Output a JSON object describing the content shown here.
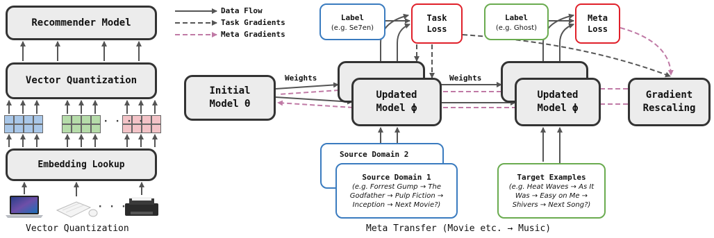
{
  "left_panel": {
    "recommender": "Recommender Model",
    "vq": "Vector Quantization",
    "embedding": "Embedding Lookup",
    "dots1": "· · · ·",
    "dots2": "· · ·",
    "caption": "Vector Quantization"
  },
  "legend": {
    "data_flow": "Data Flow",
    "task_gradients": "Task Gradients",
    "meta_gradients": "Meta Gradients"
  },
  "right_panel": {
    "initial_model_l1": "Initial",
    "initial_model_l2": "Model θ",
    "weights_1": "Weights",
    "weights_2": "Weights",
    "updated_model_l1": "Updated",
    "updated_model_l2": "Model ϕ",
    "label_title": "Label",
    "label_example_1": "(e.g. Se7en)",
    "label_example_2": "(e.g. Ghost)",
    "task_loss_l1": "Task",
    "task_loss_l2": "Loss",
    "meta_loss_l1": "Meta",
    "meta_loss_l2": "Loss",
    "gradient_l1": "Gradient",
    "gradient_l2": "Rescaling",
    "source2": "Source Domain 2",
    "source1": "Source Domain 1",
    "source1_desc": "(e.g. Forrest Gump → The Godfather → Pulp Fiction → Inception → Next Movie?)",
    "target_title": "Target Examples",
    "target_desc": "(e.g. Heat Waves → As It Was → Easy on Me → Shivers → Next Song?)",
    "caption": "Meta Transfer (Movie etc. → Music)"
  },
  "colors": {
    "gray_box": "#ececec",
    "border_dark": "#333333",
    "blue": "#3a7bbf",
    "green": "#6aab4f",
    "red": "#e0202a",
    "meta_pink": "#c07aa6",
    "cell_blue": "#a9c7e8",
    "cell_green": "#b6dcaa",
    "cell_pink": "#f3c3c7"
  },
  "icons": [
    "laptop-icon",
    "keyboard-mouse-icon",
    "printer-icon"
  ]
}
